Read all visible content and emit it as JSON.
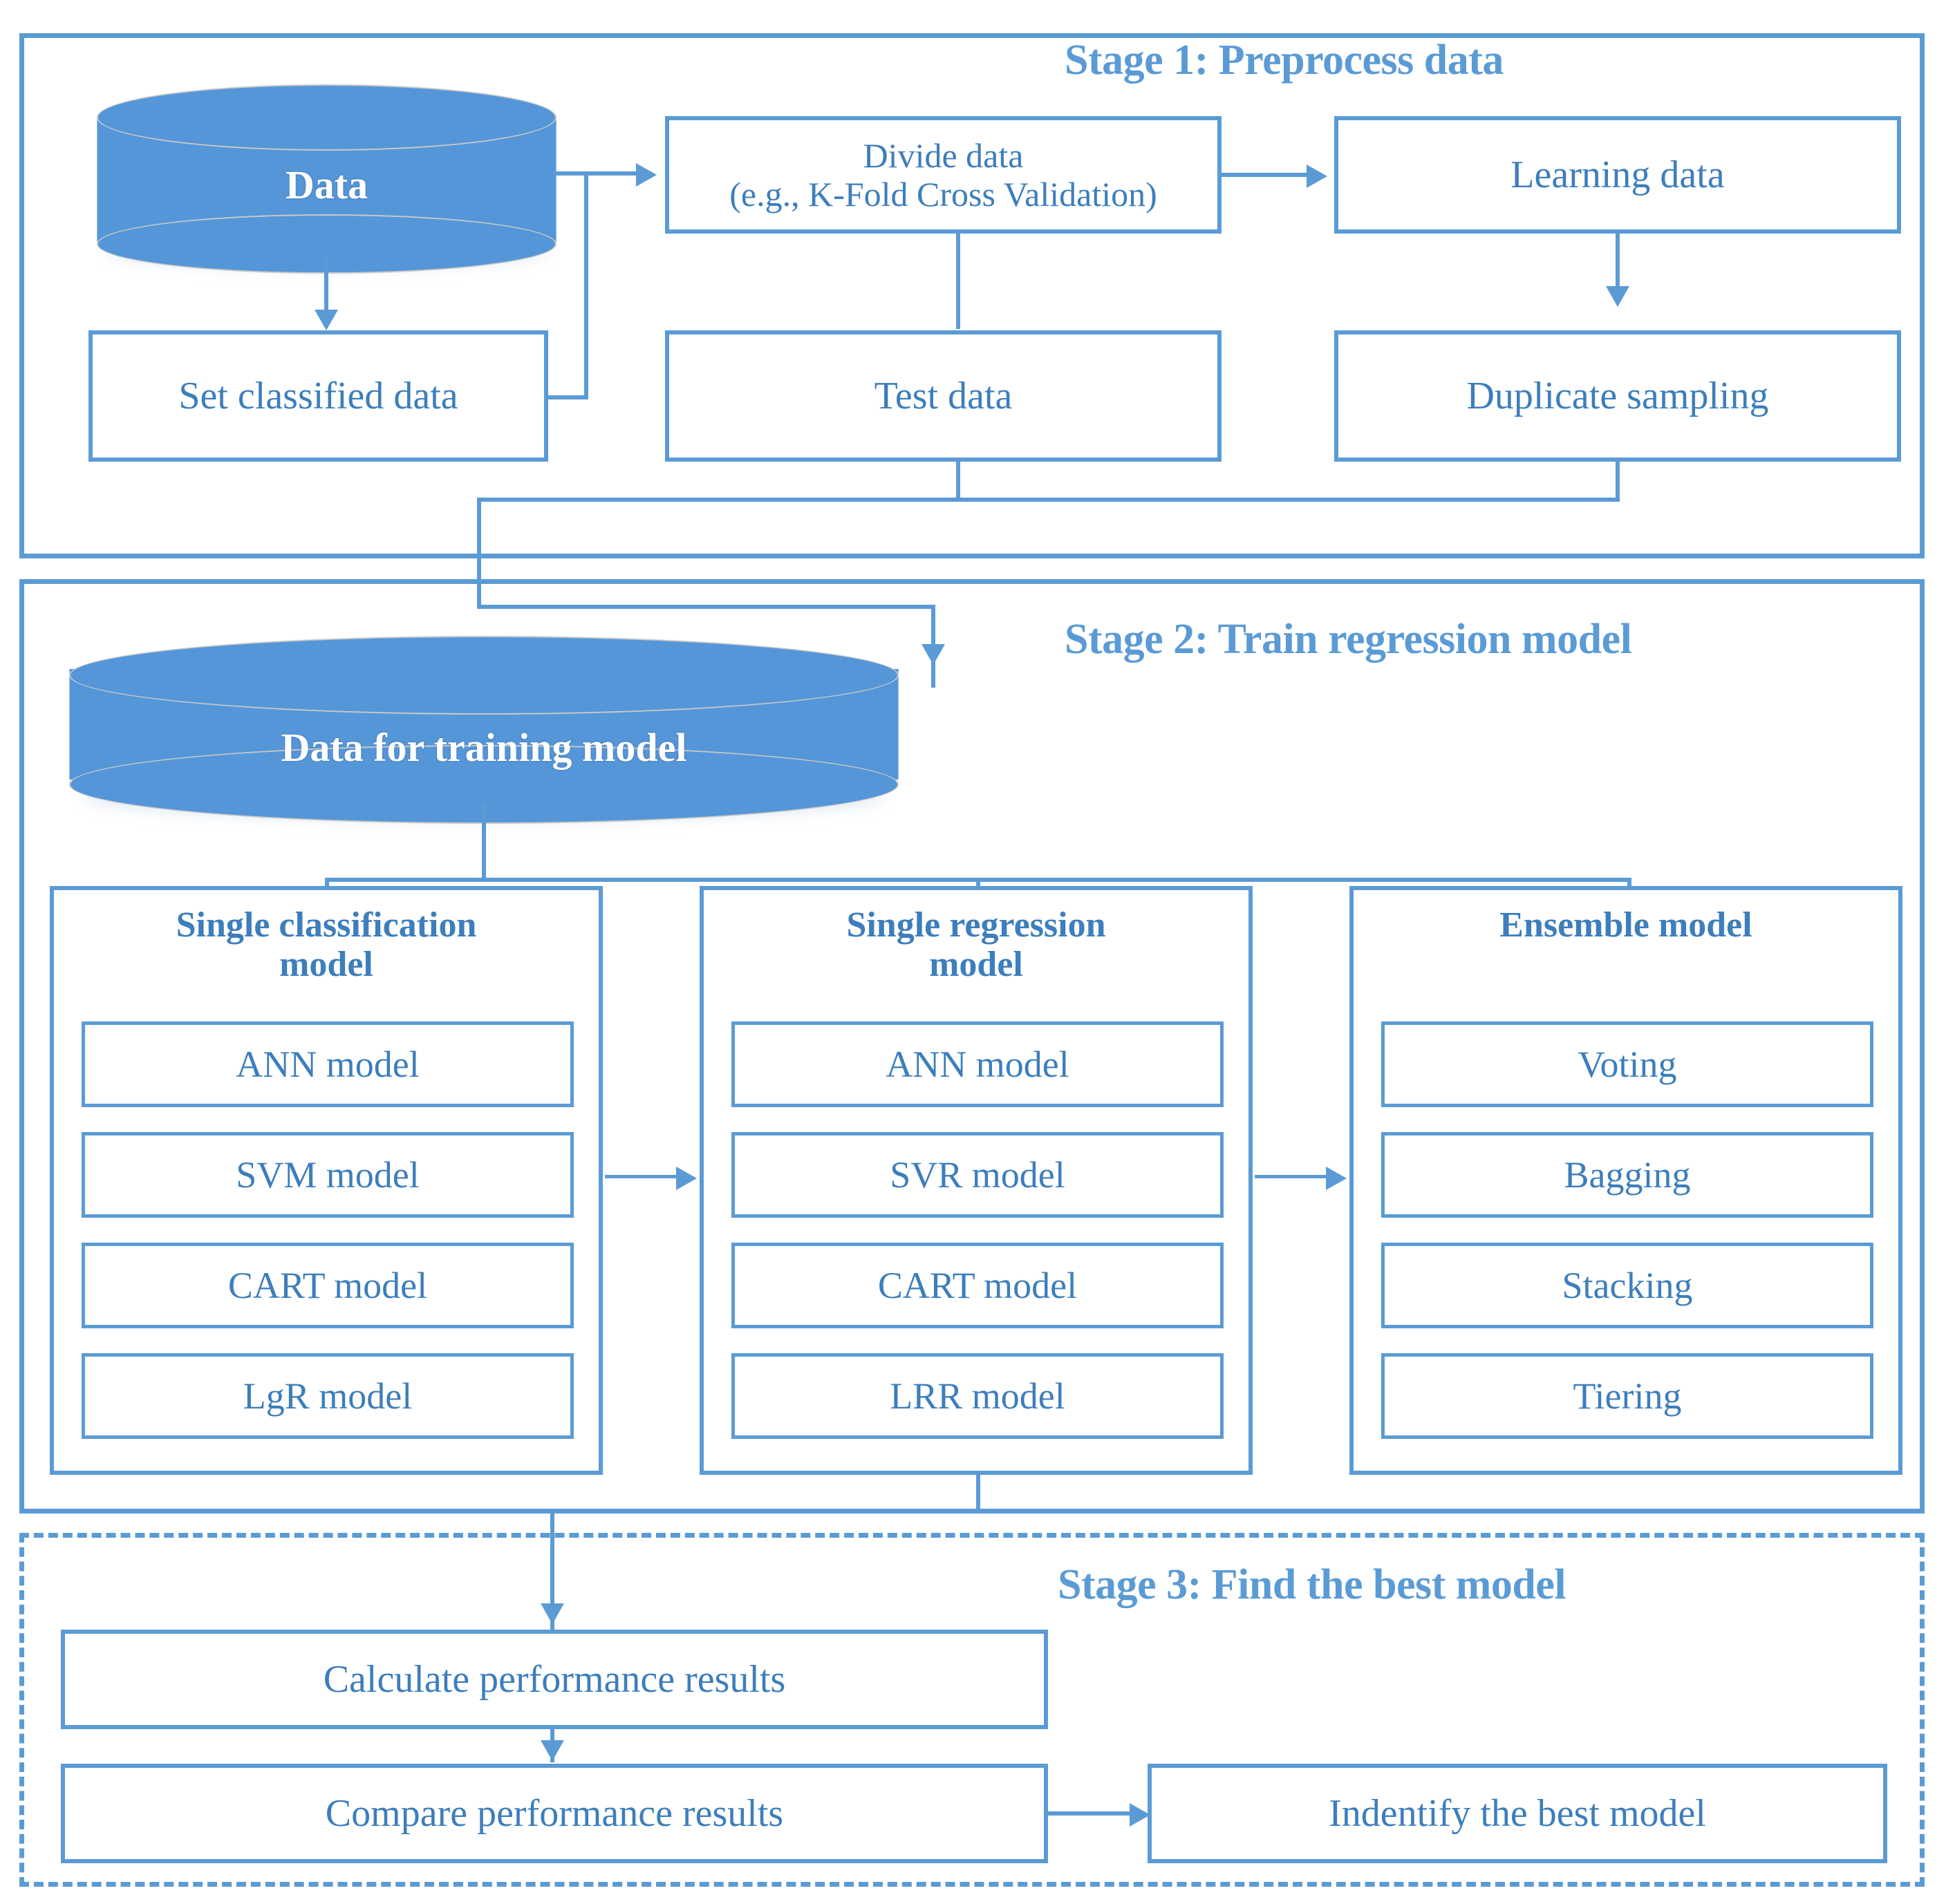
{
  "diagram": {
    "title": "Three-stage machine learning workflow",
    "accent_color": "#5b9bd5",
    "text_color": "#3d7ebc",
    "cylinder_fill": "#5596d8"
  },
  "stage1": {
    "title": "Stage 1: Preprocess data",
    "data_cylinder_label": "Data",
    "boxes": {
      "divide_data_line1": "Divide data",
      "divide_data_line2": "(e.g., K-Fold Cross Validation)",
      "learning_data": "Learning data",
      "set_classified_data": "Set classified data",
      "test_data": "Test data",
      "duplicate_sampling": "Duplicate sampling"
    }
  },
  "stage2": {
    "title": "Stage 2: Train regression model",
    "training_cylinder_label": "Data for training model",
    "columns": [
      {
        "title_line1": "Single classification",
        "title_line2": "model",
        "items": [
          "ANN model",
          "SVM model",
          "CART model",
          "LgR model"
        ]
      },
      {
        "title_line1": "Single regression",
        "title_line2": "model",
        "items": [
          "ANN model",
          "SVR model",
          "CART model",
          "LRR model"
        ]
      },
      {
        "title_line1": "Ensemble model",
        "title_line2": "",
        "items": [
          "Voting",
          "Bagging",
          "Stacking",
          "Tiering"
        ]
      }
    ]
  },
  "stage3": {
    "title": "Stage 3: Find the best model",
    "boxes": {
      "calculate": "Calculate performance results",
      "compare": "Compare performance results",
      "identify": "Indentify the best model"
    }
  }
}
